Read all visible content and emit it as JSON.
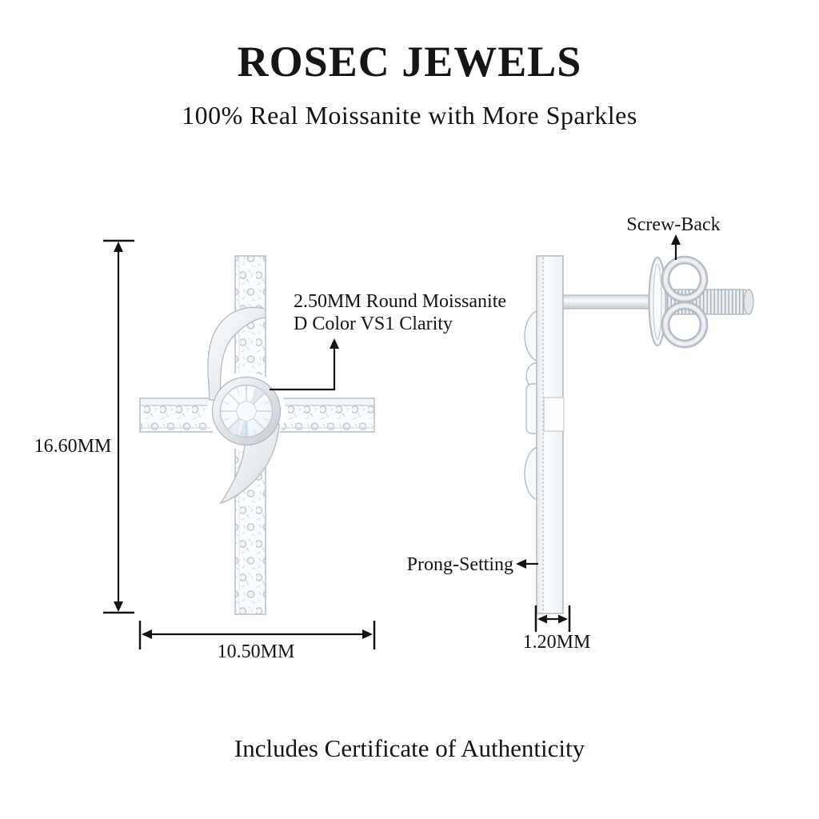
{
  "header": {
    "brand": "ROSEC JEWELS",
    "tagline": "100% Real Moissanite with More Sparkles"
  },
  "annotations": {
    "screw_back": "Screw-Back",
    "stone_line1": "2.50MM Round Moissanite",
    "stone_line2": "D Color VS1 Clarity",
    "prong_setting": "Prong-Setting"
  },
  "dimensions": {
    "height": "16.60MM",
    "width": "10.50MM",
    "thickness": "1.20MM"
  },
  "footer": {
    "note": "Includes Certificate of Authenticity"
  },
  "colors": {
    "background": "#ffffff",
    "text": "#141414",
    "leader_line": "#141414",
    "metal_outline": "#b7bec5",
    "metal_light": "#f4f6f8",
    "metal_mid": "#dde2e6",
    "stone_facet": "#ccd9e1"
  }
}
